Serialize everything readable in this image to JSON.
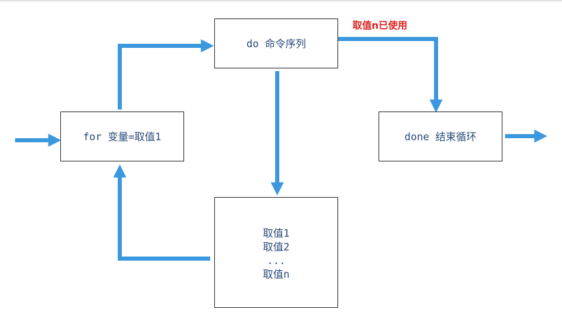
{
  "boxes": {
    "for_label": "for 变量=取值1",
    "do_label": "do 命令序列",
    "done_label": "done 结束循环",
    "values": [
      "取值1",
      "取值2",
      "...",
      "取值n"
    ]
  },
  "annotation": "取值n已使用",
  "colors": {
    "arrow": "#3b98de",
    "box_border": "#333333",
    "box_text": "#2a4a78",
    "annotation": "#e02020"
  }
}
